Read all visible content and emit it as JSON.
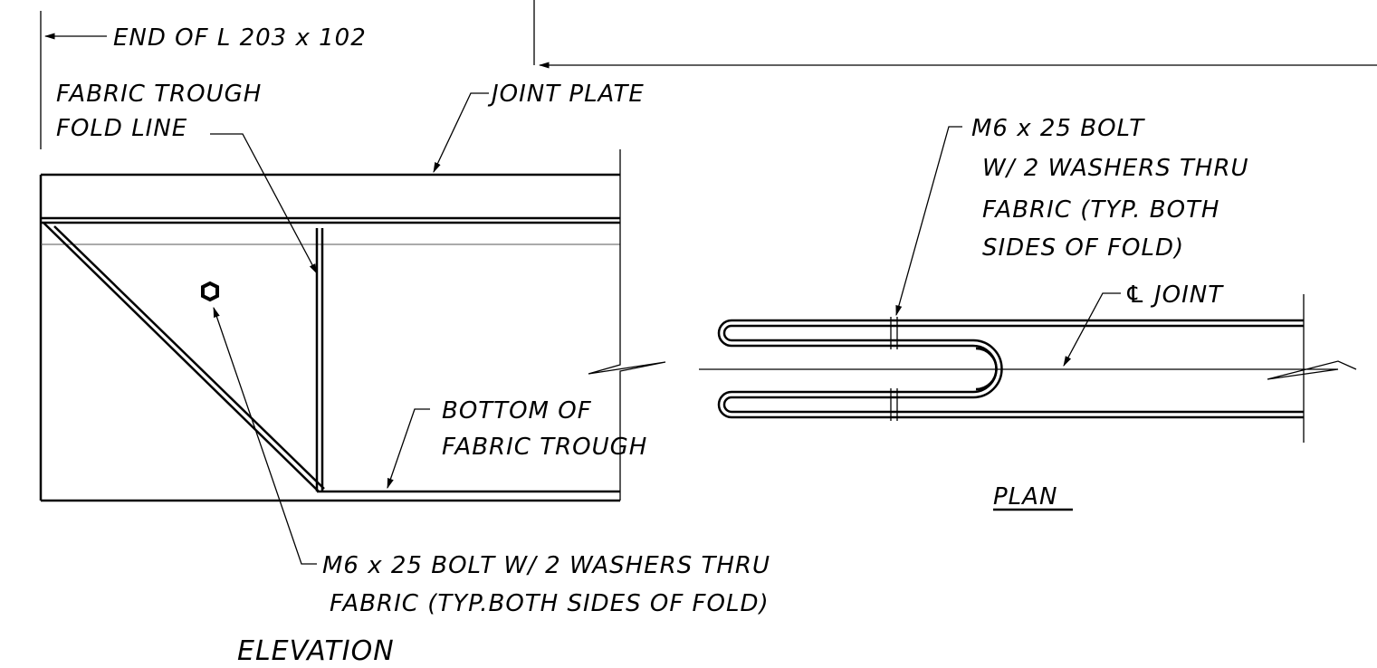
{
  "elevation": {
    "title": "ELEVATION",
    "end_of_angle": "END OF L 203 x 102",
    "fold_line": [
      "FABRIC TROUGH",
      "FOLD LINE"
    ],
    "joint_plate": "JOINT PLATE",
    "bottom": [
      "BOTTOM OF",
      "FABRIC TROUGH"
    ],
    "bolt": [
      "M6 x 25 BOLT W/ 2 WASHERS THRU",
      "FABRIC (TYP.BOTH SIDES OF FOLD)"
    ]
  },
  "plan": {
    "title": "PLAN",
    "bolt": [
      "M6 x 25 BOLT",
      "W/ 2 WASHERS THRU",
      "FABRIC (TYP. BOTH",
      "SIDES OF FOLD)"
    ],
    "cl_symbol": "℄",
    "joint": "JOINT"
  }
}
